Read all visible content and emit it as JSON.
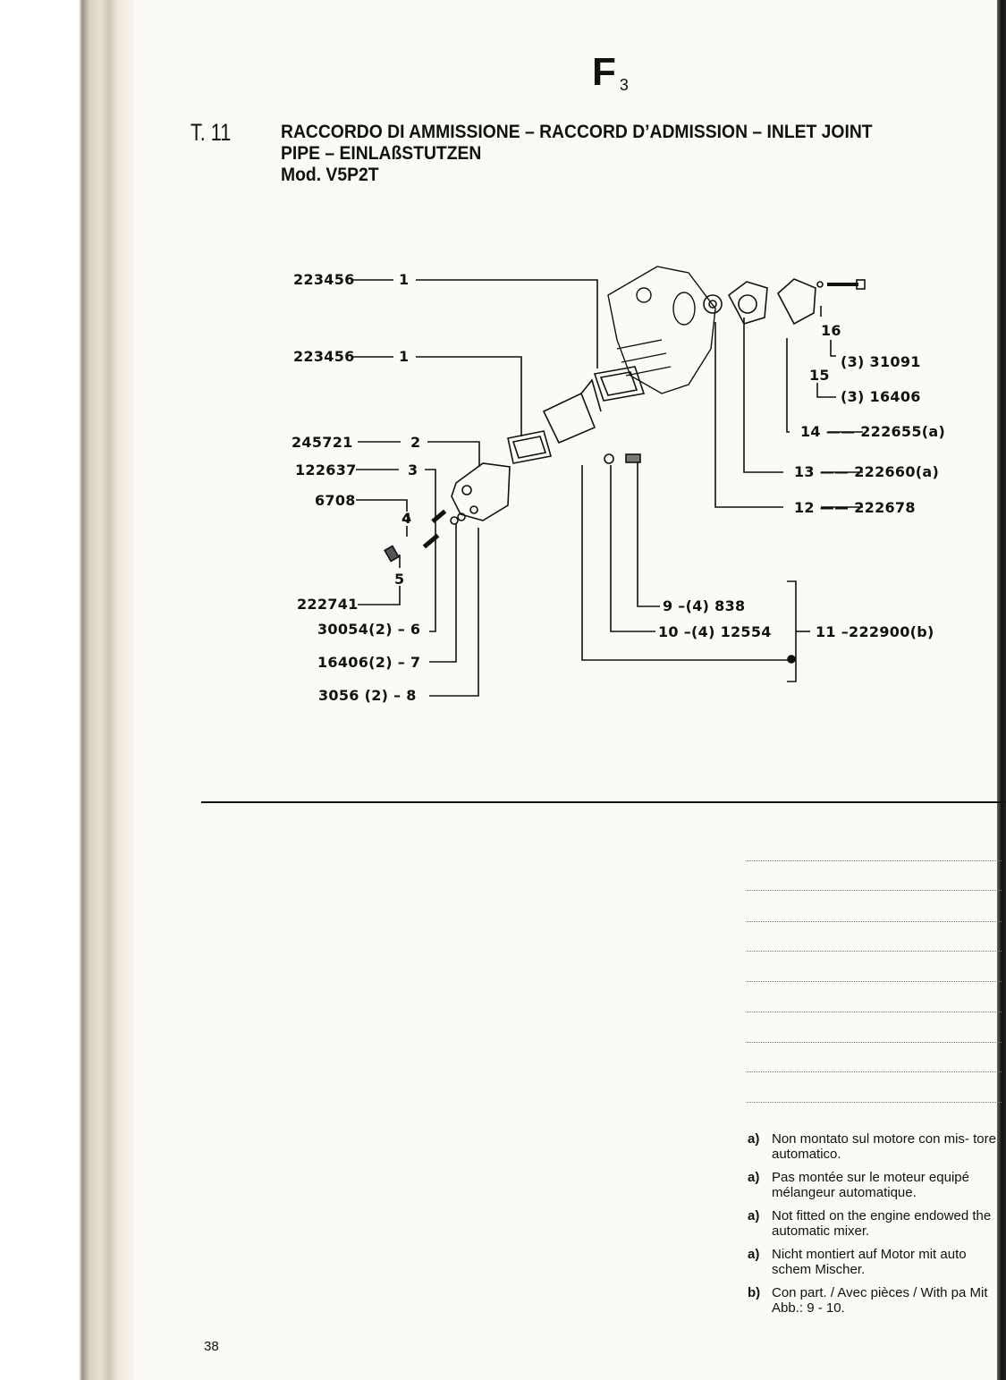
{
  "header": {
    "section_letter": "F",
    "section_sub": "3"
  },
  "table": {
    "number": "T. 11",
    "title_lines": [
      "RACCORDO DI AMMISSIONE – RACCORD D’ADMISSION – INLET JOINT",
      "PIPE – EINLAßSTUTZEN",
      "Mod. V5P2T"
    ]
  },
  "diagram": {
    "callouts": [
      {
        "part": "223456",
        "ref": "1"
      },
      {
        "part": "223456",
        "ref": "1"
      },
      {
        "part": "245721",
        "ref": "2"
      },
      {
        "part": "122637",
        "ref": "3"
      },
      {
        "part": "6708",
        "ref": "4"
      },
      {
        "part": "222741",
        "ref": "5"
      },
      {
        "part": "30054(2) – 6",
        "ref": "6"
      },
      {
        "part": "16406(2) – 7",
        "ref": "7"
      },
      {
        "part": "3056 (2) – 8",
        "ref": "8"
      },
      {
        "part": "9 –(4) 838",
        "ref": "9"
      },
      {
        "part": "10 –(4)  12554",
        "ref": "10"
      },
      {
        "part": "11 –222900(b)",
        "ref": "11"
      },
      {
        "part": "12 —— 222678",
        "ref": "12"
      },
      {
        "part": "13 —— 222660(a)",
        "ref": "13"
      },
      {
        "part": "14 —— 222655(a)",
        "ref": "14"
      },
      {
        "part": "(3)  16406",
        "ref": "15"
      },
      {
        "part": "(3)  31091",
        "ref": "16"
      }
    ]
  },
  "notes": [
    {
      "key": "a)",
      "text": "Non montato sul motore con mis- tore automatico."
    },
    {
      "key": "a)",
      "text": "Pas montée sur le moteur equipé mélangeur automatique."
    },
    {
      "key": "a)",
      "text": "Not fitted on the engine endowed the automatic mixer."
    },
    {
      "key": "a)",
      "text": "Nicht montiert auf Motor mit auto schem Mischer."
    },
    {
      "key": "b)",
      "text": "Con part. / Avec pièces / With pa Mit Abb.: 9 - 10."
    }
  ],
  "page_number": "38"
}
